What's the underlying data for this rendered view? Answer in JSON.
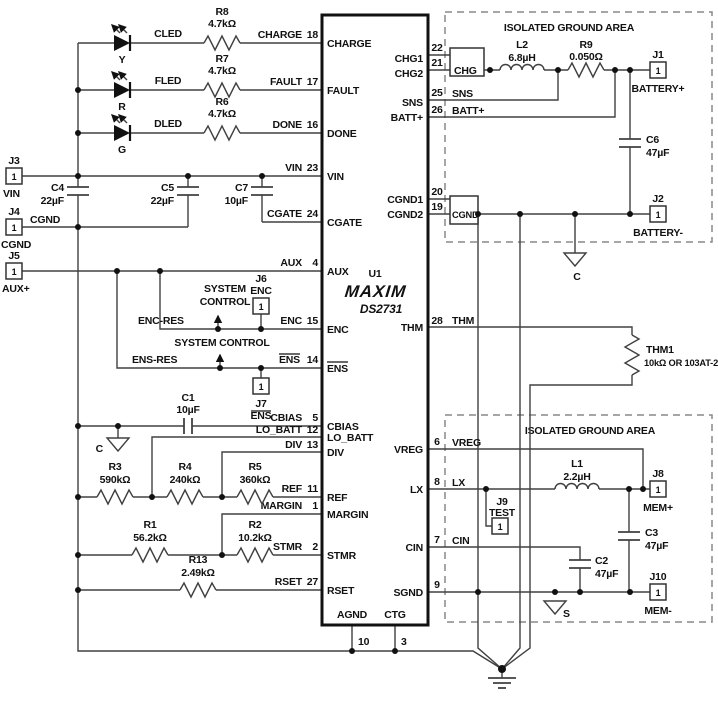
{
  "ic": {
    "ref": "U1",
    "brand": "MAXIM",
    "part": "DS2731",
    "pins_left": [
      {
        "n": "CHARGE",
        "num": "18"
      },
      {
        "n": "FAULT",
        "num": "17"
      },
      {
        "n": "DONE",
        "num": "16"
      },
      {
        "n": "VIN",
        "num": "23"
      },
      {
        "n": "CGATE",
        "num": "24"
      },
      {
        "n": "AUX",
        "num": "4"
      },
      {
        "n": "ENC",
        "num": "15"
      },
      {
        "n": "ENS",
        "num": "14"
      },
      {
        "n": "CBIAS",
        "num": "5"
      },
      {
        "n": "LO_BATT",
        "num": "12"
      },
      {
        "n": "DIV",
        "num": "13"
      },
      {
        "n": "REF",
        "num": "11"
      },
      {
        "n": "MARGIN",
        "num": "1"
      },
      {
        "n": "STMR",
        "num": "2"
      },
      {
        "n": "RSET",
        "num": "27"
      }
    ],
    "pins_right": [
      {
        "n": "CHG1",
        "num": "22"
      },
      {
        "n": "CHG2",
        "num": "21"
      },
      {
        "n": "SNS",
        "num": "25"
      },
      {
        "n": "BATT+",
        "num": "26"
      },
      {
        "n": "CGND1",
        "num": "20"
      },
      {
        "n": "CGND2",
        "num": "19"
      },
      {
        "n": "THM",
        "num": "28"
      },
      {
        "n": "VREG",
        "num": "6"
      },
      {
        "n": "LX",
        "num": "8"
      },
      {
        "n": "CIN",
        "num": "7"
      },
      {
        "n": "SGND",
        "num": "9"
      }
    ],
    "pins_bottom": [
      {
        "n": "AGND",
        "num": "10"
      },
      {
        "n": "CTG",
        "num": "3"
      }
    ]
  },
  "nets": {
    "chg": "CHG",
    "sns": "SNS",
    "battp": "BATT+",
    "cgnd": "CGND",
    "thm": "THM",
    "vreg": "VREG",
    "lx": "LX",
    "cin": "CIN",
    "cled": "CLED",
    "fled": "FLED",
    "dled": "DLED",
    "enc_res": "ENC-RES",
    "ens_res": "ENS-RES",
    "system": "SYSTEM",
    "control": "CONTROL",
    "system_control": "SYSTEM CONTROL"
  },
  "components": {
    "r8": {
      "ref": "R8",
      "val": "4.7kΩ"
    },
    "r7": {
      "ref": "R7",
      "val": "4.7kΩ"
    },
    "r6": {
      "ref": "R6",
      "val": "4.7kΩ"
    },
    "r9": {
      "ref": "R9",
      "val": "0.050Ω"
    },
    "r3": {
      "ref": "R3",
      "val": "590kΩ"
    },
    "r4": {
      "ref": "R4",
      "val": "240kΩ"
    },
    "r5": {
      "ref": "R5",
      "val": "360kΩ"
    },
    "r1": {
      "ref": "R1",
      "val": "56.2kΩ"
    },
    "r2": {
      "ref": "R2",
      "val": "10.2kΩ"
    },
    "r13": {
      "ref": "R13",
      "val": "2.49kΩ"
    },
    "thm1": {
      "ref": "THM1",
      "val": "10kΩ OR 103AT-2"
    },
    "c1": {
      "ref": "C1",
      "val": "10µF"
    },
    "c2": {
      "ref": "C2",
      "val": "47µF"
    },
    "c3": {
      "ref": "C3",
      "val": "47µF"
    },
    "c4": {
      "ref": "C4",
      "val": "22µF"
    },
    "c5": {
      "ref": "C5",
      "val": "22µF"
    },
    "c6": {
      "ref": "C6",
      "val": "47µF"
    },
    "c7": {
      "ref": "C7",
      "val": "10µF"
    },
    "l1": {
      "ref": "L1",
      "val": "2.2µH"
    },
    "l2": {
      "ref": "L2",
      "val": "6.8µH"
    }
  },
  "leds": {
    "y": {
      "label": "Y",
      "net": "CLED"
    },
    "r": {
      "label": "R",
      "net": "FLED"
    },
    "g": {
      "label": "G",
      "net": "DLED"
    }
  },
  "connectors": {
    "j1": {
      "ref": "J1",
      "pin": "1",
      "label": "BATTERY+"
    },
    "j2": {
      "ref": "J2",
      "pin": "1",
      "label": "BATTERY-"
    },
    "j3": {
      "ref": "J3",
      "pin": "1",
      "label": "VIN"
    },
    "j4": {
      "ref": "J4",
      "pin": "1",
      "label": "CGND"
    },
    "j5": {
      "ref": "J5",
      "pin": "1",
      "label": "AUX+"
    },
    "j6": {
      "ref": "J6",
      "pin": "1",
      "label": "ENC"
    },
    "j7": {
      "ref": "J7",
      "pin": "1",
      "label": "ENS"
    },
    "j8": {
      "ref": "J8",
      "pin": "1",
      "label": "MEM+"
    },
    "j9": {
      "ref": "J9",
      "pin": "1",
      "label": "TEST"
    },
    "j10": {
      "ref": "J10",
      "pin": "1",
      "label": "MEM-"
    }
  },
  "grounds": {
    "c": "C",
    "s": "S"
  },
  "areas": {
    "isolated": "ISOLATED GROUND AREA"
  }
}
